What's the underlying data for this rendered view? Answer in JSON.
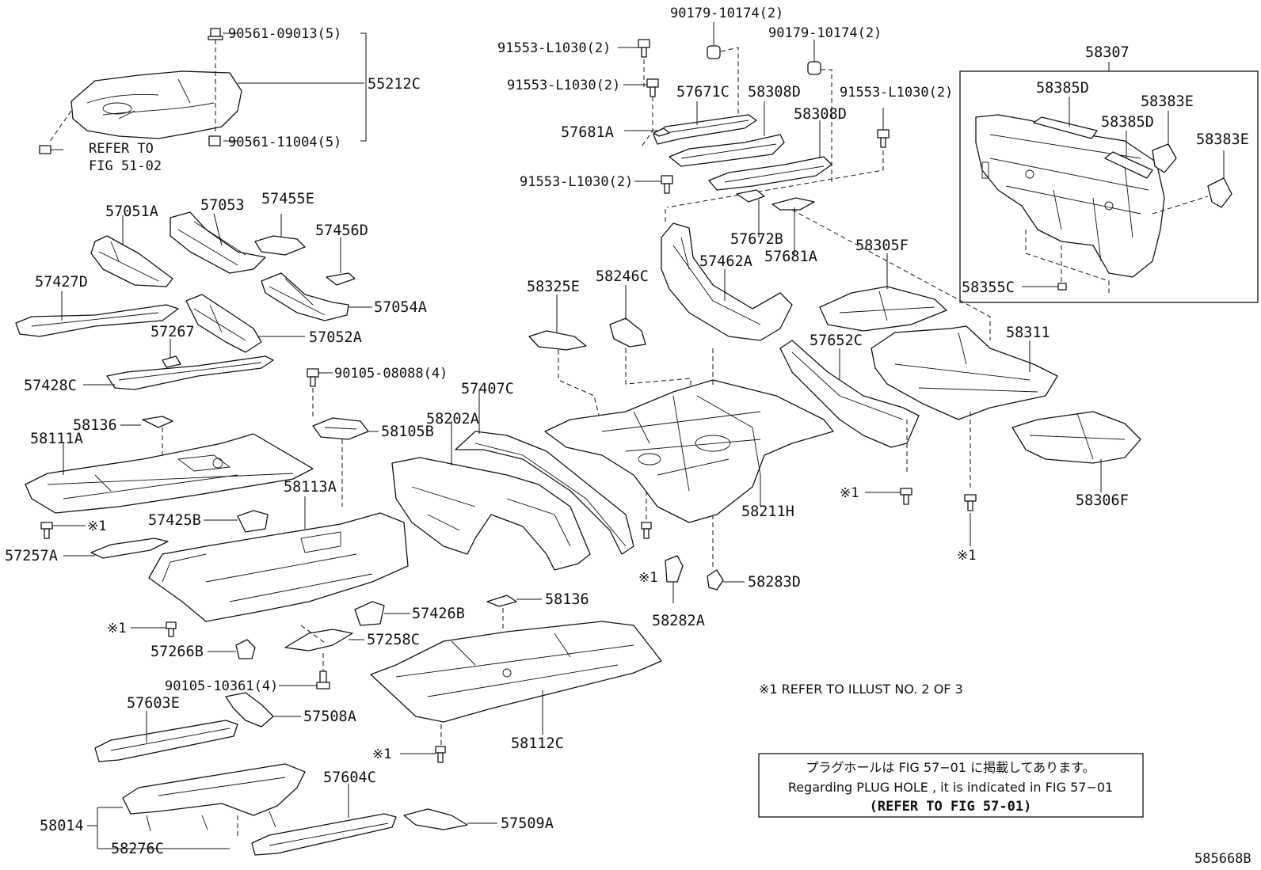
{
  "labels": {
    "p90561_09013": "90561-09013(5)",
    "p55212C": "55212C",
    "p90561_11004": "90561-11004(5)",
    "refer_line1": "REFER TO",
    "refer_line2": "FIG 51-02",
    "p57051A": "57051A",
    "p57053": "57053",
    "p57455E": "57455E",
    "p57456D": "57456D",
    "p57427D": "57427D",
    "p57054A": "57054A",
    "p57267": "57267",
    "p57052A": "57052A",
    "p57428C": "57428C",
    "p90105_08088": "90105-08088(4)",
    "p58136a": "58136",
    "p58105B": "58105B",
    "p58111A": "58111A",
    "p58113A": "58113A",
    "p57425B": "57425B",
    "x1_a": "※1",
    "p57257A": "57257A",
    "x1_b": "※1",
    "p57426B": "57426B",
    "p58136b": "58136",
    "p57266B": "57266B",
    "p57258C": "57258C",
    "p90105_10361": "90105-10361(4)",
    "p57603E": "57603E",
    "p57508A": "57508A",
    "p58112C": "58112C",
    "x1_c": "※1",
    "p57604C": "57604C",
    "p57509A": "57509A",
    "p58014": "58014",
    "p58276C": "58276C",
    "p90179_a": "90179-10174(2)",
    "p90179_b": "90179-10174(2)",
    "p91553_a": "91553-L1030(2)",
    "p91553_b": "91553-L1030(2)",
    "p91553_c": "91553-L1030(2)",
    "p91553_d": "91553-L1030(2)",
    "p57671C": "57671C",
    "p58308D_a": "58308D",
    "p58308D_b": "58308D",
    "p57681A_a": "57681A",
    "p57672B": "57672B",
    "p57681A_b": "57681A",
    "p57407C": "57407C",
    "p58202A": "58202A",
    "p58325E": "58325E",
    "p58246C": "58246C",
    "p57462A": "57462A",
    "p58305F": "58305F",
    "p57652C": "57652C",
    "p58311": "58311",
    "p58211H": "58211H",
    "x1_d": "※1",
    "x1_e": "※1",
    "p58283D": "58283D",
    "p58282A": "58282A",
    "x1_f": "※1",
    "x1_g": "※1",
    "p58306F": "58306F",
    "p58307": "58307",
    "p58385D_a": "58385D",
    "p58383E_a": "58383E",
    "p58385D_b": "58385D",
    "p58383E_b": "58383E",
    "p58355C": "58355C",
    "diagram_code": "585668B"
  },
  "notes": {
    "refer_illust": "※1 REFER TO ILLUST NO. 2 OF 3",
    "plug_jp": "プラグホールは FIG 57−01 に掲載してあります。",
    "plug_en": "Regarding  PLUG  HOLE , it is indicated in FIG  57−01",
    "plug_ref": "(REFER TO FIG 57-01)"
  }
}
